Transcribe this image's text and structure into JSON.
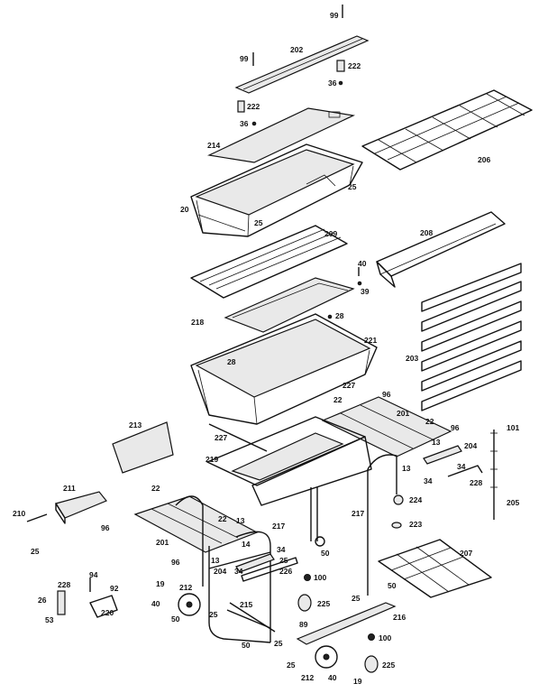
{
  "callouts": [
    {
      "id": "c1",
      "text": "99"
    },
    {
      "id": "c2",
      "text": "202"
    },
    {
      "id": "c3",
      "text": "99"
    },
    {
      "id": "c4",
      "text": "222"
    },
    {
      "id": "c5",
      "text": "36"
    },
    {
      "id": "c6",
      "text": "222"
    },
    {
      "id": "c7",
      "text": "36"
    },
    {
      "id": "c8",
      "text": "214"
    },
    {
      "id": "c9",
      "text": "206"
    },
    {
      "id": "c10",
      "text": "25"
    },
    {
      "id": "c11",
      "text": "20"
    },
    {
      "id": "c12",
      "text": "25"
    },
    {
      "id": "c13",
      "text": "208"
    },
    {
      "id": "c14",
      "text": "209"
    },
    {
      "id": "c15",
      "text": "40"
    },
    {
      "id": "c16",
      "text": "39"
    },
    {
      "id": "c17",
      "text": "218"
    },
    {
      "id": "c18",
      "text": "28"
    },
    {
      "id": "c19",
      "text": "221"
    },
    {
      "id": "c20",
      "text": "203"
    },
    {
      "id": "c21",
      "text": "28"
    },
    {
      "id": "c22",
      "text": "227"
    },
    {
      "id": "c23",
      "text": "22"
    },
    {
      "id": "c24",
      "text": "96"
    },
    {
      "id": "c25",
      "text": "201"
    },
    {
      "id": "c26",
      "text": "213"
    },
    {
      "id": "c27",
      "text": "22"
    },
    {
      "id": "c28",
      "text": "96"
    },
    {
      "id": "c29",
      "text": "101"
    },
    {
      "id": "c30",
      "text": "227"
    },
    {
      "id": "c31",
      "text": "13"
    },
    {
      "id": "c32",
      "text": "204"
    },
    {
      "id": "c33",
      "text": "219"
    },
    {
      "id": "c34",
      "text": "13"
    },
    {
      "id": "c35",
      "text": "34"
    },
    {
      "id": "c36",
      "text": "34"
    },
    {
      "id": "c37",
      "text": "228"
    },
    {
      "id": "c38",
      "text": "211"
    },
    {
      "id": "c39",
      "text": "22"
    },
    {
      "id": "c40",
      "text": "224"
    },
    {
      "id": "c41",
      "text": "205"
    },
    {
      "id": "c42",
      "text": "210"
    },
    {
      "id": "c43",
      "text": "22"
    },
    {
      "id": "c44",
      "text": "13"
    },
    {
      "id": "c45",
      "text": "223"
    },
    {
      "id": "c46",
      "text": "96"
    },
    {
      "id": "c47",
      "text": "217"
    },
    {
      "id": "c48",
      "text": "217"
    },
    {
      "id": "c49",
      "text": "201"
    },
    {
      "id": "c50",
      "text": "14"
    },
    {
      "id": "c51",
      "text": "34"
    },
    {
      "id": "c52",
      "text": "50"
    },
    {
      "id": "c53",
      "text": "207"
    },
    {
      "id": "c54",
      "text": "25"
    },
    {
      "id": "c55",
      "text": "96"
    },
    {
      "id": "c56",
      "text": "13"
    },
    {
      "id": "c57",
      "text": "25"
    },
    {
      "id": "c58",
      "text": "204"
    },
    {
      "id": "c59",
      "text": "34"
    },
    {
      "id": "c60",
      "text": "226"
    },
    {
      "id": "c61",
      "text": "100"
    },
    {
      "id": "c62",
      "text": "228"
    },
    {
      "id": "c63",
      "text": "94"
    },
    {
      "id": "c64",
      "text": "19"
    },
    {
      "id": "c65",
      "text": "212"
    },
    {
      "id": "c66",
      "text": "50"
    },
    {
      "id": "c67",
      "text": "26"
    },
    {
      "id": "c68",
      "text": "92"
    },
    {
      "id": "c69",
      "text": "40"
    },
    {
      "id": "c70",
      "text": "225"
    },
    {
      "id": "c71",
      "text": "25"
    },
    {
      "id": "c72",
      "text": "220"
    },
    {
      "id": "c73",
      "text": "215"
    },
    {
      "id": "c74",
      "text": "216"
    },
    {
      "id": "c75",
      "text": "53"
    },
    {
      "id": "c76",
      "text": "50"
    },
    {
      "id": "c77",
      "text": "25"
    },
    {
      "id": "c78",
      "text": "89"
    },
    {
      "id": "c79",
      "text": "100"
    },
    {
      "id": "c80",
      "text": "50"
    },
    {
      "id": "c81",
      "text": "25"
    },
    {
      "id": "c82",
      "text": "25"
    },
    {
      "id": "c83",
      "text": "225"
    },
    {
      "id": "c84",
      "text": "212"
    },
    {
      "id": "c85",
      "text": "40"
    },
    {
      "id": "c86",
      "text": "19"
    }
  ]
}
